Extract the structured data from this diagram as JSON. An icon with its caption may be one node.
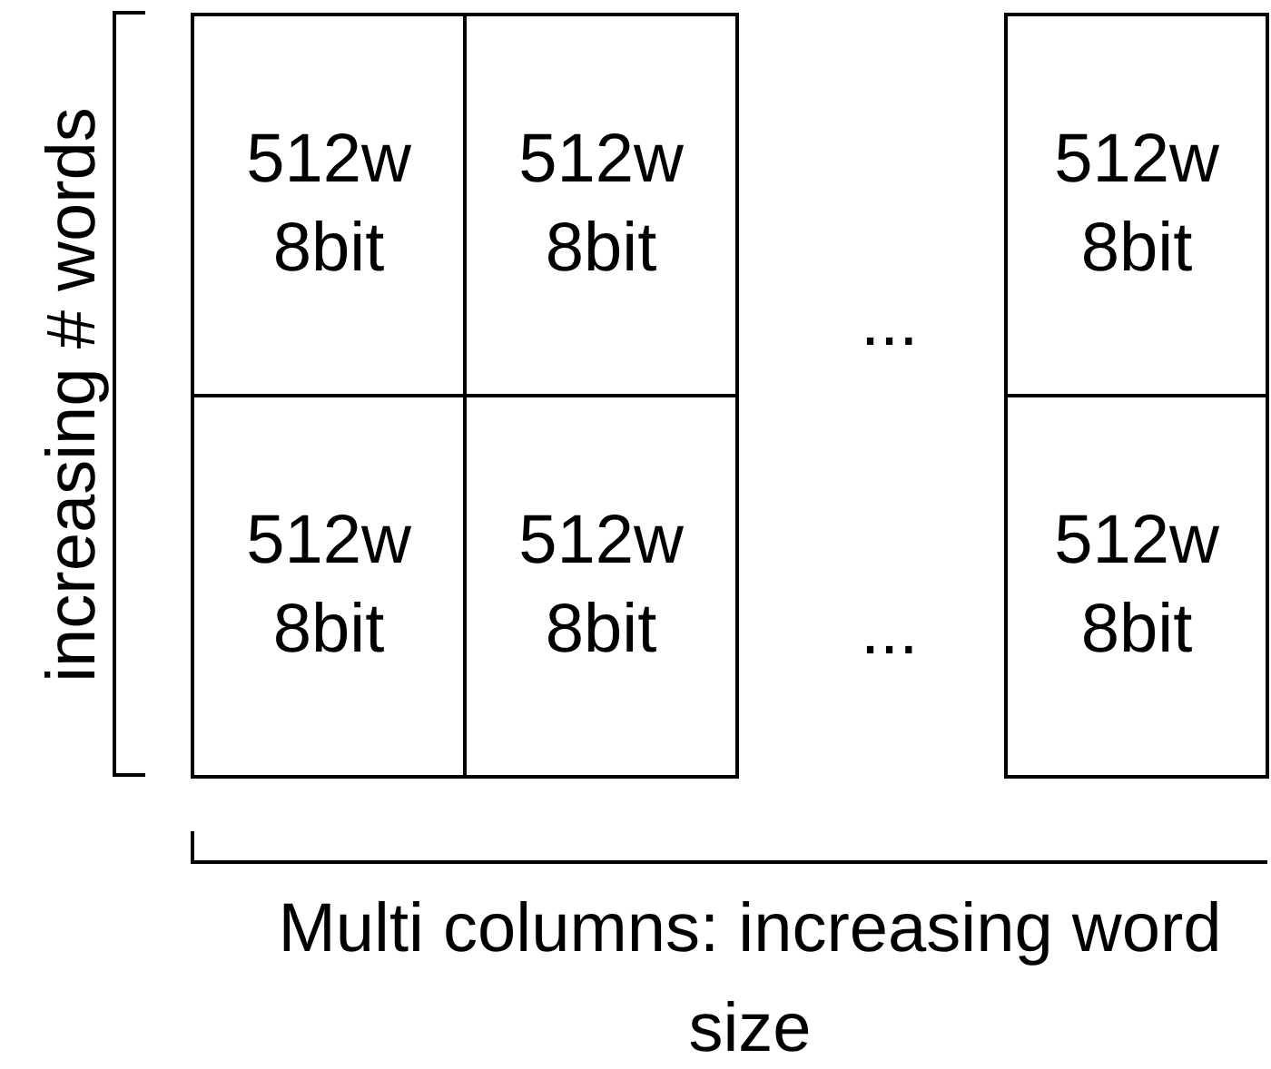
{
  "diagram": {
    "nodes": [
      {
        "text": [
          "512w 8bit"
        ]
      },
      {
        "text": [
          "512w 8bit"
        ]
      },
      {
        "text": [
          "512w 8bit"
        ]
      },
      {
        "text": [
          "512w 8bit"
        ]
      },
      {
        "text": [
          "512w 8bit"
        ]
      },
      {
        "text": [
          "512w 8bit"
        ]
      }
    ],
    "labels": [
      "increasing # words",
      "...",
      "...",
      "Multi columns: increasing word size"
    ]
  }
}
